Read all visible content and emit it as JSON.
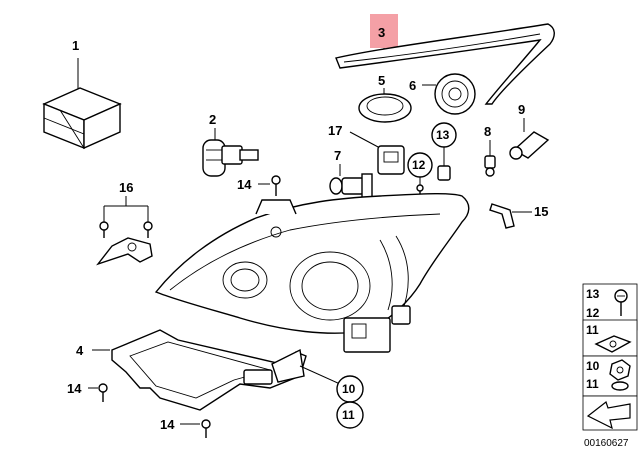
{
  "callouts": {
    "c1": "1",
    "c2": "2",
    "c3": "3",
    "c4": "4",
    "c5": "5",
    "c6": "6",
    "c7": "7",
    "c8": "8",
    "c9": "9",
    "c10": "10",
    "c11": "11",
    "c12": "12",
    "c13": "13",
    "c14a": "14",
    "c14b": "14",
    "c14c": "14",
    "c15": "15",
    "c16": "16",
    "c17": "17"
  },
  "highlight_color": "#f4a0a6",
  "legend": {
    "row1_top": "13",
    "row1_bottom": "12",
    "row2": "11",
    "row3_top": "10",
    "row3_bottom": "11"
  },
  "reference_number": "00160627"
}
